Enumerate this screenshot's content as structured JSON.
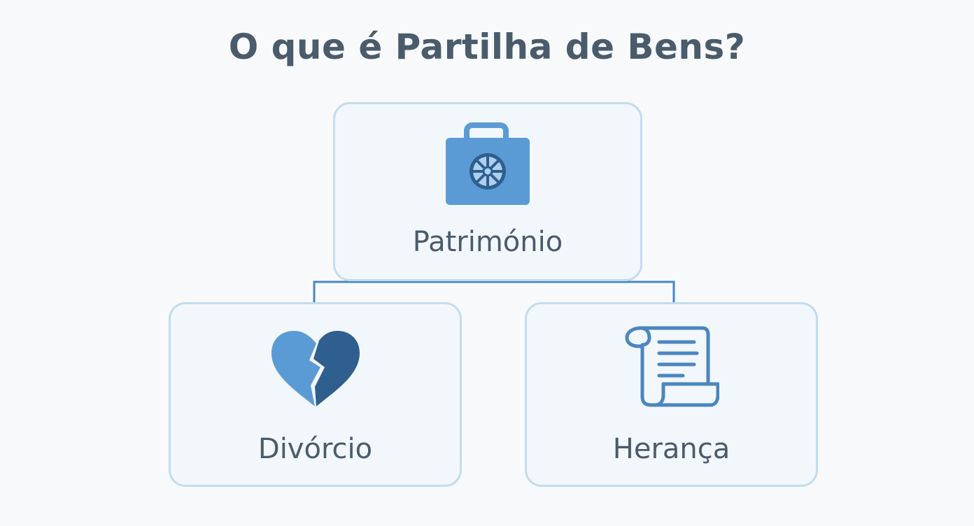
{
  "title": "O que é Partilha de Bens?",
  "nodes": {
    "top": {
      "label": "Património",
      "icon": "briefcase-icon"
    },
    "left": {
      "label": "Divórcio",
      "icon": "broken-heart-icon"
    },
    "right": {
      "label": "Herança",
      "icon": "scroll-icon"
    }
  },
  "colors": {
    "card_fill": "#f2f7fb",
    "card_border": "#c3dcef",
    "connector": "#4a86c0",
    "icon_primary": "#5b9bd5",
    "icon_dark": "#2e5f8f",
    "text": "#4a5b6c"
  }
}
